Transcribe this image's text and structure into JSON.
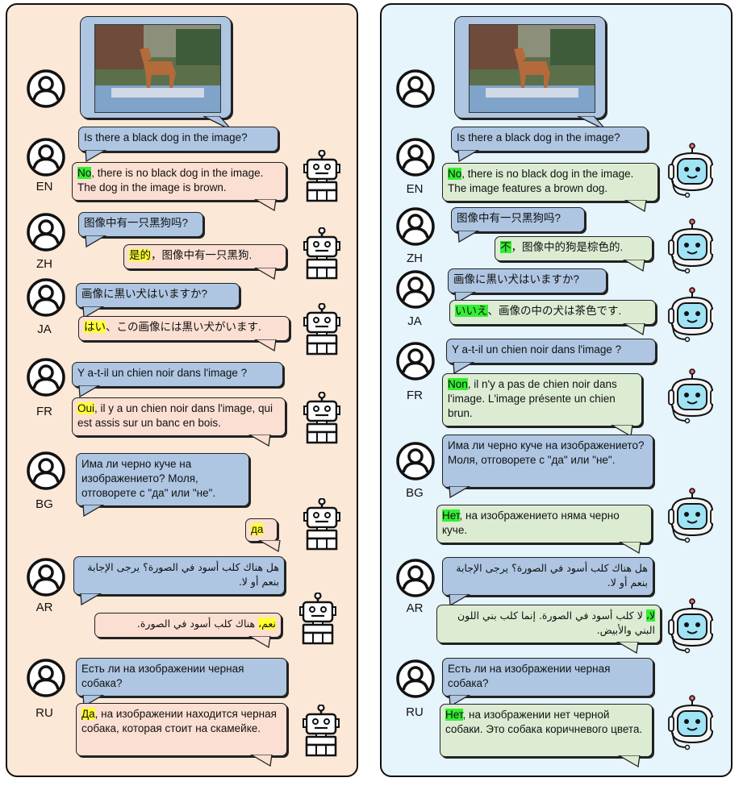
{
  "languages": {
    "en": "EN",
    "zh": "ZH",
    "ja": "JA",
    "fr": "FR",
    "bg": "BG",
    "ar": "AR",
    "ru": "RU"
  },
  "questions": {
    "en": "Is there a black dog in the image?",
    "zh": "图像中有一只黑狗吗?",
    "ja": "画像に黒い犬はいますか?",
    "fr": "Y a-t-il un chien noir dans l'image ?",
    "bg": "Има ли черно куче на изображението? Моля, отговорете с \"да\" или \"не\".",
    "ar": "هل هناك كلب أسود في الصورة؟ يرجى الإجابة بنعم أو لا.",
    "ru": "Есть ли на изображении черная собака?"
  },
  "left_answers": {
    "en": {
      "hl": "No",
      "rest": ", there is no black dog in the image. The dog in the image is brown."
    },
    "zh": {
      "hl": "是的",
      "rest": "，图像中有一只黑狗."
    },
    "ja": {
      "hl": "はい",
      "rest": "、この画像には黒い犬がいます."
    },
    "fr": {
      "hl": "Oui",
      "rest": ", il y a un chien noir dans l'image, qui est assis sur un banc en bois."
    },
    "bg": {
      "hl": "да",
      "rest": ""
    },
    "ar": {
      "hl": "نعم،",
      "rest": " هناك كلب أسود في الصورة."
    },
    "ru": {
      "hl": "Да",
      "rest": ", на изображении находится черная собака, которая стоит на скамейке."
    }
  },
  "right_answers": {
    "en": {
      "hl": "No",
      "rest": ", there is no black dog in the image. The image features a brown dog."
    },
    "zh": {
      "hl": "不",
      "rest": "，图像中的狗是棕色的."
    },
    "ja": {
      "hl": "いいえ",
      "rest": "、画像の中の犬は茶色です."
    },
    "fr": {
      "hl": "Non",
      "rest": ", il n'y a pas de chien noir dans l'image. L'image présente un chien brun."
    },
    "bg": {
      "hl": "Нет",
      "rest": ", на изображението няма черно куче."
    },
    "ar": {
      "hl": "لا،",
      "rest": " لا كلب أسود في الصورة. إنما كلب بني اللون البني والأبيض."
    },
    "ru": {
      "hl": "Нет",
      "rest": ", на изображении нет черной собаки. Это собака коричневого цвета."
    }
  },
  "colors": {
    "left_panel": "#fbe8d6",
    "right_panel": "#e6f4fb",
    "question": "#aec6e2",
    "left_answer": "#fbdfd2",
    "right_answer": "#dcecd3",
    "highlight_yes": "#ffff33",
    "highlight_no": "#33ee33"
  }
}
